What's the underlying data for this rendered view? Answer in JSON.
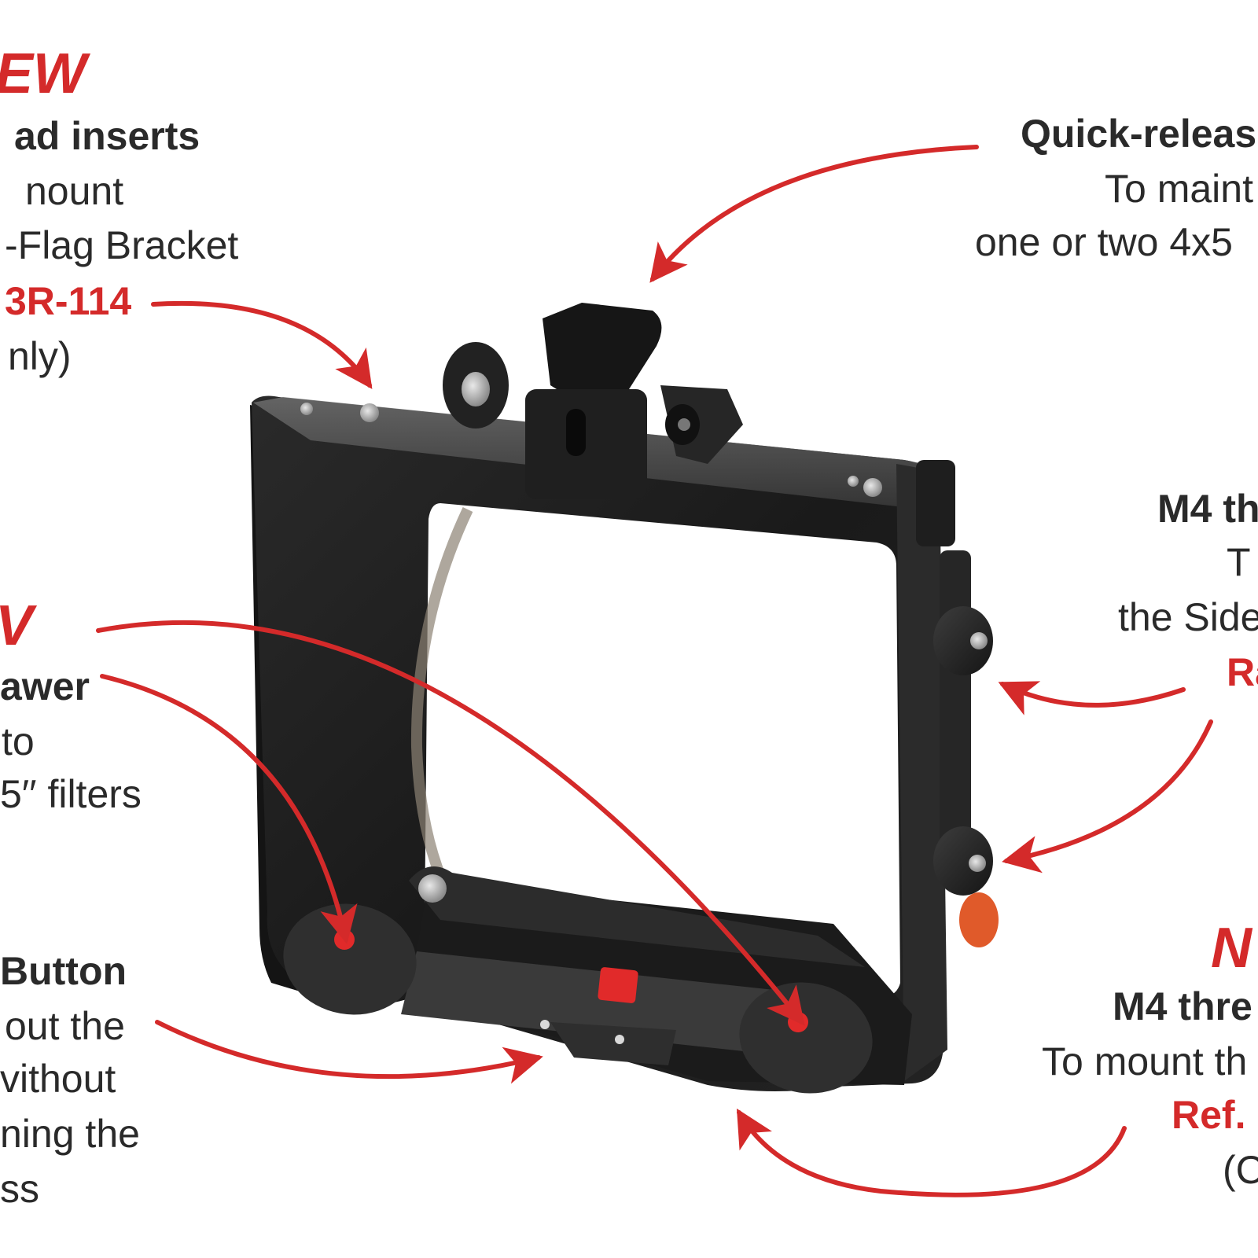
{
  "colors": {
    "annotation_red": "#d42a2a",
    "text_dark": "#2a2a2a",
    "product_black": "#1c1c1c"
  },
  "left_labels": {
    "new_badge_1": "EW",
    "thread_inserts_title": "ad inserts",
    "thread_inserts_line1": "nount",
    "thread_inserts_line2": "-Flag Bracket",
    "thread_inserts_ref": "3R-114",
    "thread_inserts_note": "nly)",
    "new_badge_2": "V",
    "drawer_title": "awer",
    "drawer_line1": "to",
    "drawer_line2": "5′′ filters",
    "button_title": "Button",
    "button_line1": "out the",
    "button_line2": "vithout",
    "button_line3": "ning the",
    "button_line4": "ss"
  },
  "right_labels": {
    "quick_release_title": "Quick-releas",
    "quick_release_line1": "To maint",
    "quick_release_line2": "one or two 4x5",
    "m4_title_1": "M4 th",
    "m4_line1_1": "T",
    "m4_line2_1": "the Side",
    "m4_ref_1": "Ra",
    "new_badge_3": "N",
    "m4_title_2": "M4 thre",
    "m4_line1_2": "To mount th",
    "m4_ref_2": "Ref. ",
    "m4_note_2": "(C"
  },
  "product": {
    "name": "matte-box-filter-stage",
    "icon": "filter-frame-photo"
  }
}
